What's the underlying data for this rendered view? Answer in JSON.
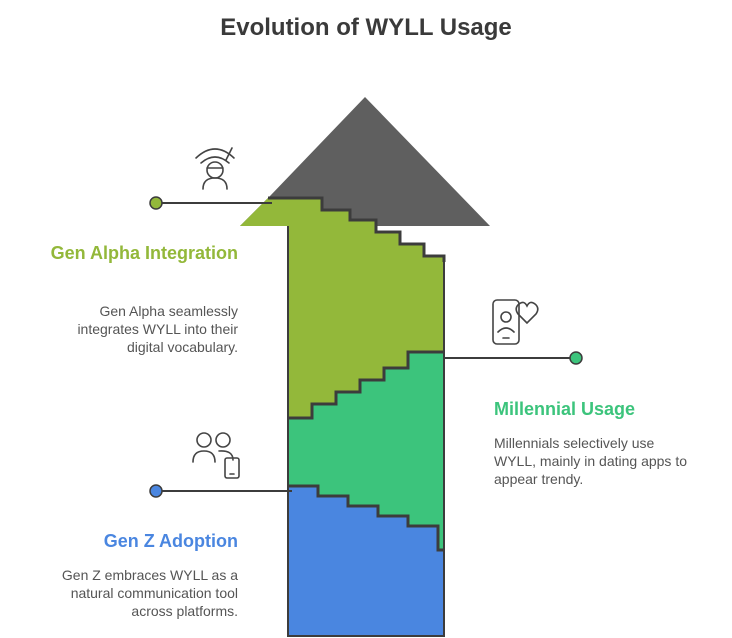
{
  "title": "Evolution of WYLL Usage",
  "colors": {
    "arrow_head": "#5f5f5f",
    "gen_alpha": "#93b83a",
    "millennial": "#3cc47c",
    "gen_z": "#4a86e0",
    "outline": "#3c3c3c"
  },
  "stages": [
    {
      "heading": "Gen Alpha Integration",
      "description": "Gen Alpha seamlessly integrates WYLL into their digital vocabulary.",
      "icon": "vr-headset-user-icon"
    },
    {
      "heading": "Millennial Usage",
      "description": "Millennials selectively use WYLL, mainly in dating apps to appear trendy.",
      "icon": "phone-profile-heart-icon"
    },
    {
      "heading": "Gen Z Adoption",
      "description": "Gen Z embraces WYLL as a natural communication tool across platforms.",
      "icon": "users-phone-icon"
    }
  ]
}
